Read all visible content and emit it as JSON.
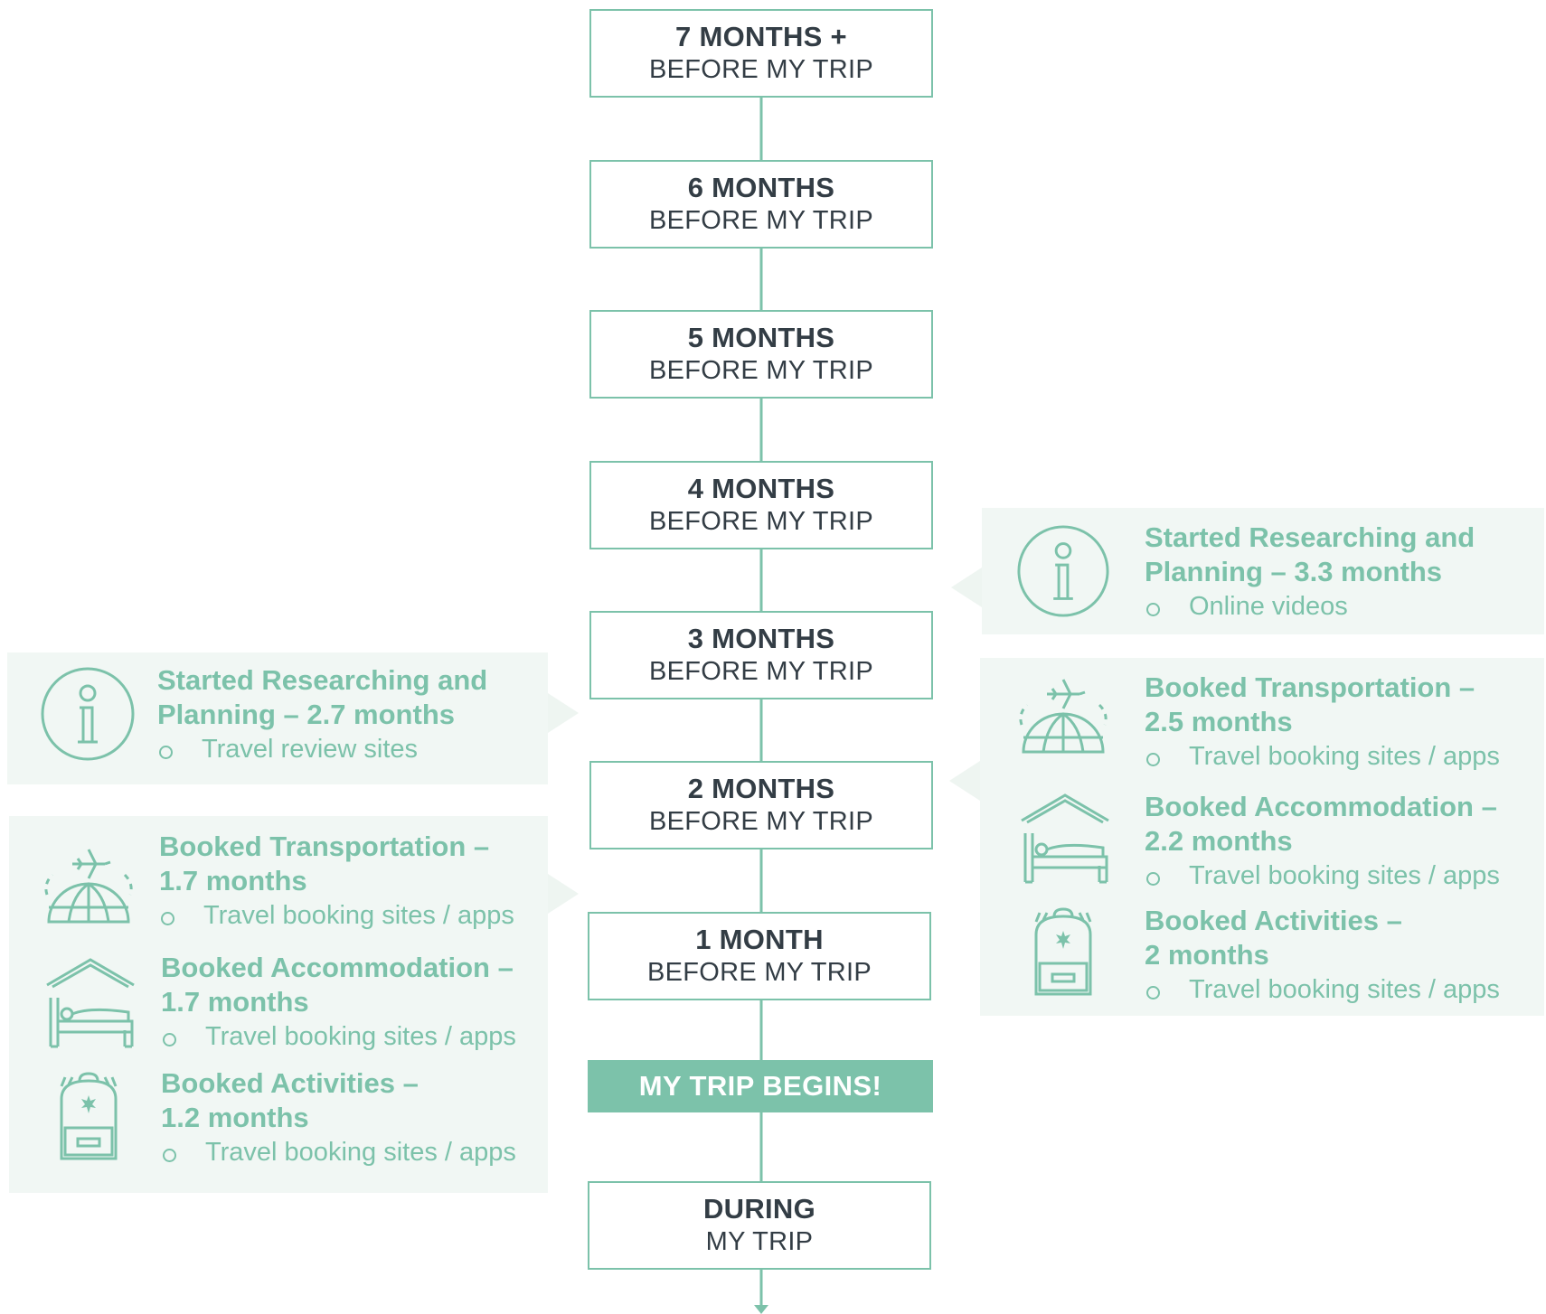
{
  "timeline": {
    "stages": [
      {
        "line1": "7 MONTHS +",
        "line2": "BEFORE MY TRIP"
      },
      {
        "line1": "6 MONTHS",
        "line2": "BEFORE MY TRIP"
      },
      {
        "line1": "5 MONTHS",
        "line2": "BEFORE MY TRIP"
      },
      {
        "line1": "4 MONTHS",
        "line2": "BEFORE MY TRIP"
      },
      {
        "line1": "3 MONTHS",
        "line2": "BEFORE MY TRIP"
      },
      {
        "line1": "2 MONTHS",
        "line2": "BEFORE MY TRIP"
      },
      {
        "line1": "1 MONTH",
        "line2": "BEFORE MY TRIP"
      }
    ],
    "trip_begins": "MY TRIP BEGINS!",
    "during": {
      "line1": "DURING",
      "line2": "MY TRIP"
    }
  },
  "colors": {
    "accent": "#7cc2aa",
    "panel": "#f1f7f4",
    "text": "#333d45"
  },
  "left": {
    "research": {
      "icon": "info-icon",
      "title1": "Started Researching and",
      "title2": "Planning – 2.7 months",
      "sub": "Travel review sites"
    },
    "transportation": {
      "icon": "plane-globe-icon",
      "title1": "Booked Transportation –",
      "title2": "1.7 months",
      "sub": "Travel booking sites / apps"
    },
    "accommodation": {
      "icon": "bed-icon",
      "title1": "Booked Accommodation –",
      "title2": "1.7 months",
      "sub": "Travel booking sites / apps"
    },
    "activities": {
      "icon": "backpack-icon",
      "title1": "Booked Activities –",
      "title2": "1.2 months",
      "sub": "Travel booking sites / apps"
    }
  },
  "right": {
    "research": {
      "icon": "info-icon",
      "title1": "Started Researching and",
      "title2": "Planning – 3.3 months",
      "sub": "Online videos"
    },
    "transportation": {
      "icon": "plane-globe-icon",
      "title1": "Booked Transportation –",
      "title2": "2.5 months",
      "sub": "Travel booking sites / apps"
    },
    "accommodation": {
      "icon": "bed-icon",
      "title1": "Booked Accommodation –",
      "title2": "2.2 months",
      "sub": "Travel booking sites / apps"
    },
    "activities": {
      "icon": "backpack-icon",
      "title1": "Booked Activities –",
      "title2": "2 months",
      "sub": "Travel booking sites / apps"
    }
  }
}
